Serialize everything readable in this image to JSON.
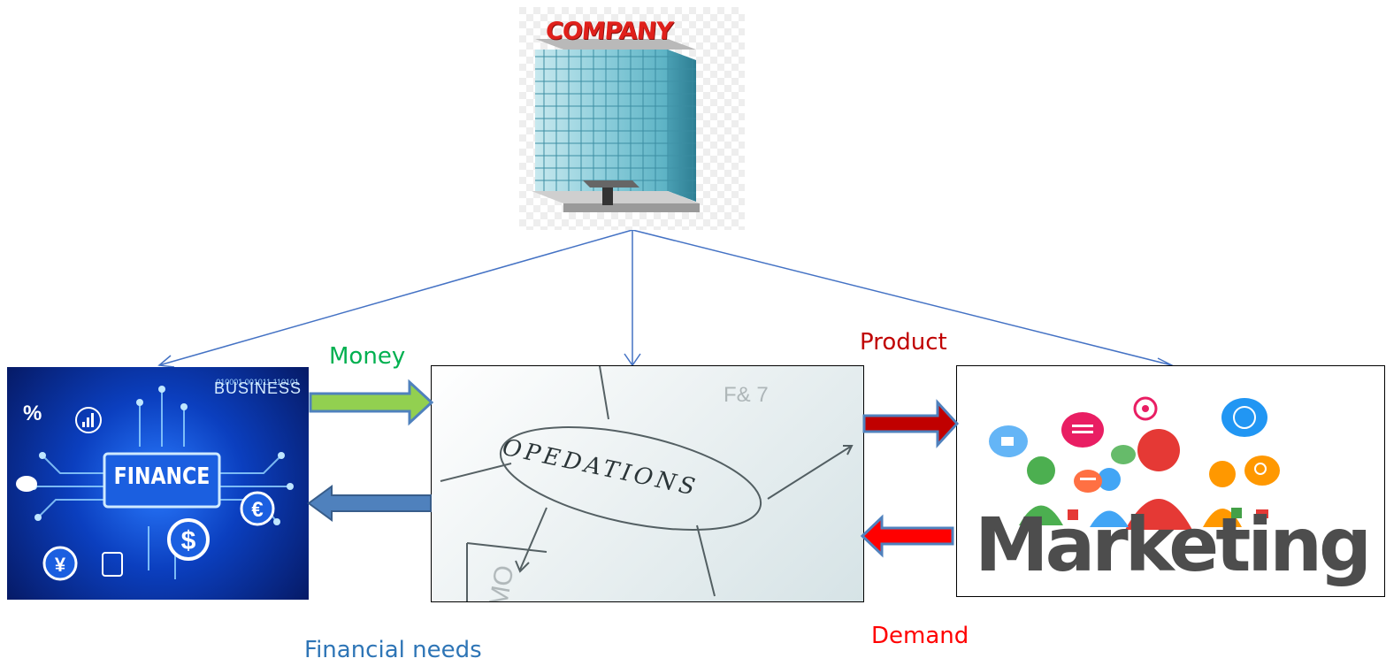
{
  "company": {
    "sign": "COMPANY"
  },
  "finance": {
    "title": "FINANCE",
    "business": "BUSINESS"
  },
  "operations": {
    "title": "OPEDATIONS"
  },
  "marketing": {
    "title": "Marketing"
  },
  "labels": {
    "money": "Money",
    "product": "Product",
    "financial_needs": "Financial needs",
    "demand": "Demand"
  },
  "colors": {
    "connector": "#4472c4",
    "money": "#00b050",
    "money_arrow": "#92d050",
    "product": "#c00000",
    "demand": "#ff0000",
    "financial_needs": "#2e75b6",
    "finance_arrow": "#4f81bd"
  }
}
